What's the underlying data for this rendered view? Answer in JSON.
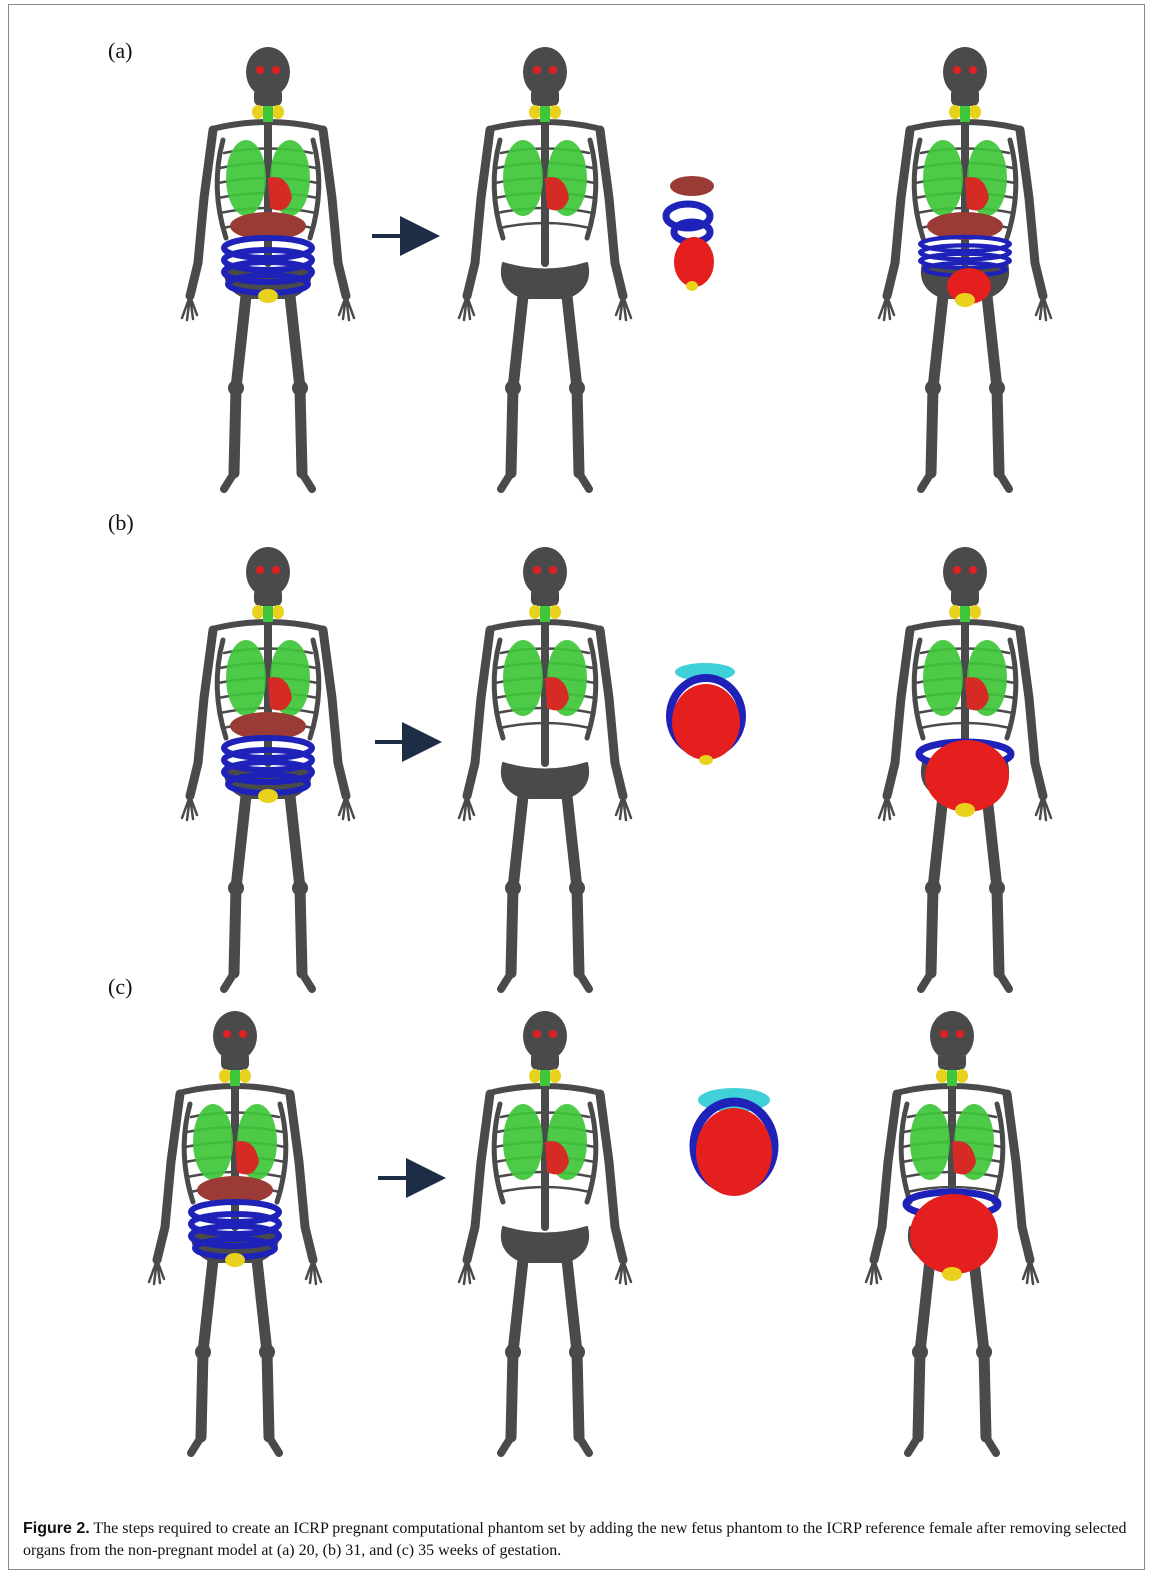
{
  "panels": [
    {
      "label": "(a)"
    },
    {
      "label": "(b)"
    },
    {
      "label": "(c)"
    }
  ],
  "caption": {
    "prefix": "Figure 2.",
    "text": " The steps required to create an ICRP pregnant computational phantom set by adding the new fetus phantom to the ICRP reference female after removing selected organs from the non-pregnant model at (a) 20, (b) 31, and (c) 35 weeks of gestation."
  },
  "colors": {
    "bone": "#4a4a4a",
    "lung": "#3fc63a",
    "heart": "#d62a25",
    "liver": "#9b3b35",
    "intestine": "#1e22b8",
    "thyroid": "#e8d21e",
    "eye": "#e02020",
    "uterus": "#e51e1e",
    "arrow": "#1d2d45"
  }
}
